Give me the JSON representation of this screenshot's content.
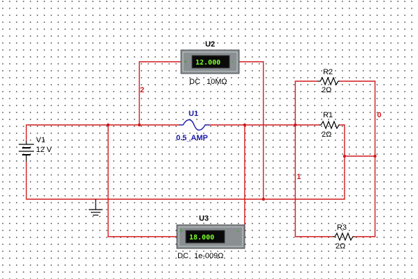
{
  "components": {
    "battery": {
      "ref": "V1",
      "value": "12 V"
    },
    "fuse": {
      "ref": "U1",
      "value": "0.5_AMP"
    },
    "voltmeter": {
      "ref": "U2",
      "reading": "12.000",
      "mode": "DC",
      "resistance": "10MΩ"
    },
    "ammeter": {
      "ref": "U3",
      "reading": "18.000",
      "mode": "DC",
      "resistance": "1e-009Ω"
    },
    "r1": {
      "ref": "R1",
      "value": "2Ω"
    },
    "r2": {
      "ref": "R2",
      "value": "2Ω"
    },
    "r3": {
      "ref": "R3",
      "value": "2Ω"
    }
  },
  "nets": {
    "n0": "0",
    "n1": "1",
    "n2": "2"
  },
  "meter_terminals": {
    "plus": "+",
    "minus": "-"
  },
  "colors": {
    "wire": "#d1181b",
    "label_blue": "#1a1aa8",
    "meter_body": "#8a8f92",
    "lcd_text": "#7dff2a"
  }
}
